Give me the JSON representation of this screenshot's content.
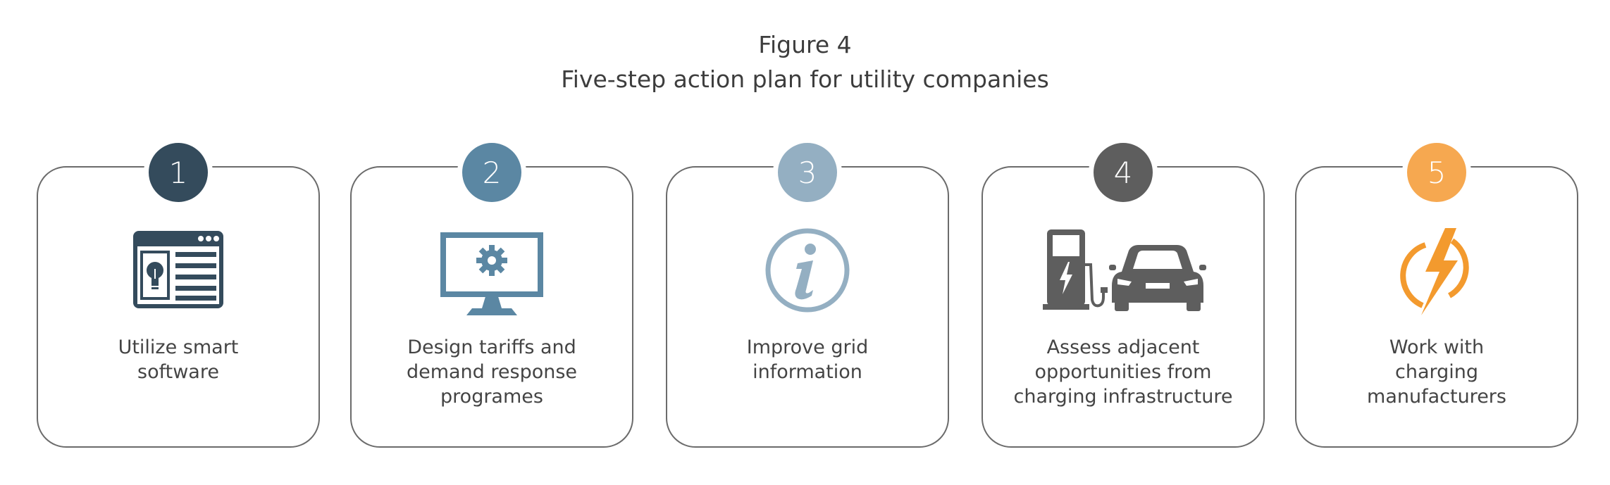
{
  "figure": {
    "label": "Figure 4",
    "title": "Five-step action plan for utility companies"
  },
  "steps": [
    {
      "number": "1",
      "lines": [
        "Utilize smart",
        "software"
      ],
      "color": "#344b5c",
      "icon": "web-browser-lightbulb-icon"
    },
    {
      "number": "2",
      "lines": [
        "Design tariffs and",
        "demand response",
        "programes"
      ],
      "color": "#5b87a3",
      "icon": "monitor-gear-icon"
    },
    {
      "number": "3",
      "lines": [
        "Improve grid",
        "information"
      ],
      "color": "#94afc2",
      "icon": "info-icon"
    },
    {
      "number": "4",
      "lines": [
        "Assess adjacent",
        "opportunities from",
        "charging infrastructure"
      ],
      "color": "#5e5e5e",
      "icon": "ev-charging-station-icon"
    },
    {
      "number": "5",
      "lines": [
        "Work with",
        "charging",
        "manufacturers"
      ],
      "color": "#f6a850",
      "icon": "lightning-bolt-icon"
    }
  ]
}
